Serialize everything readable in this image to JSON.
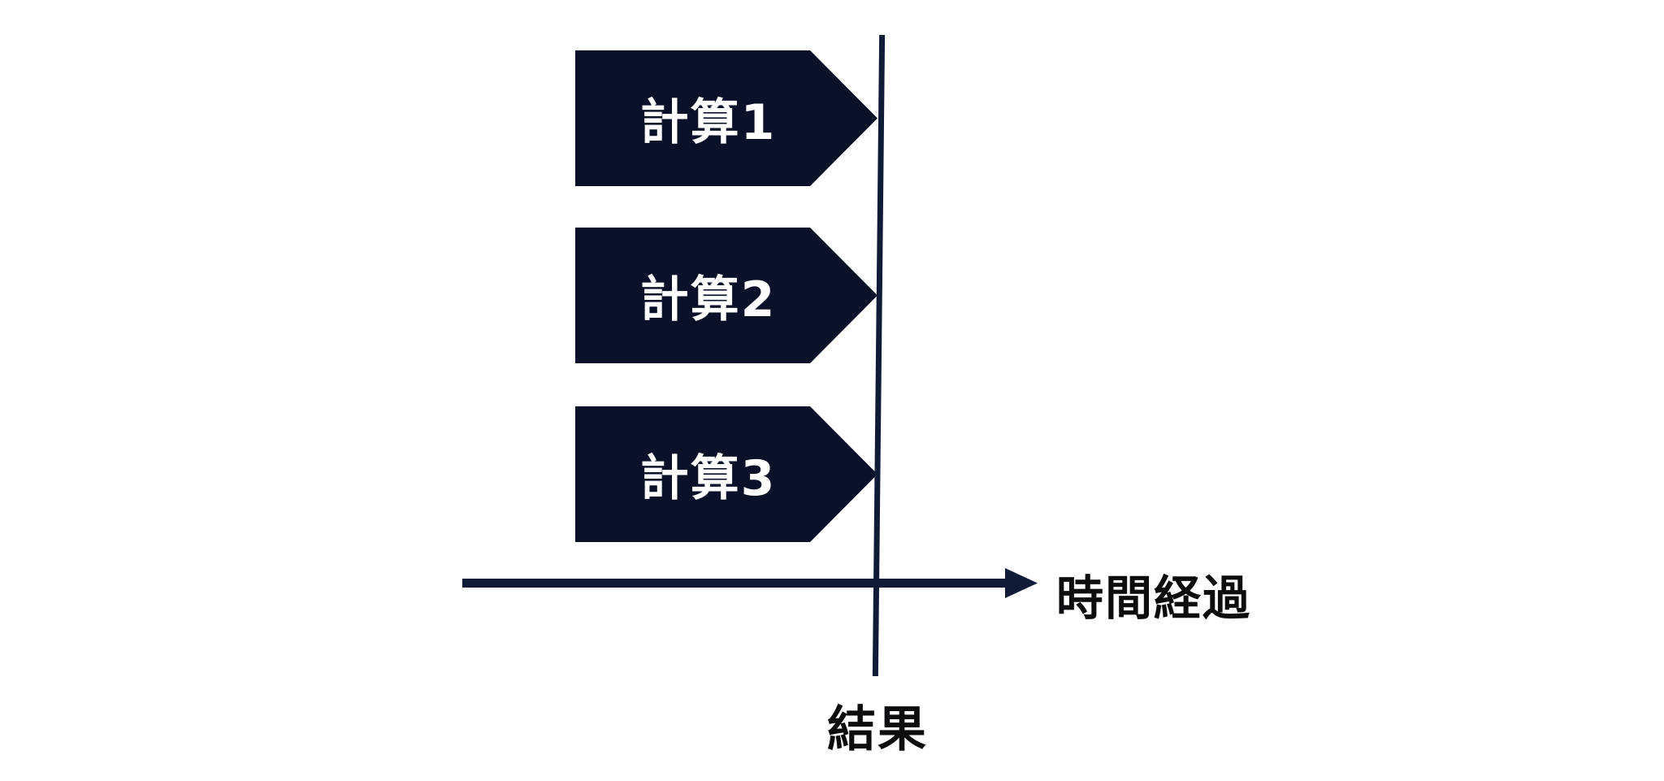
{
  "diagram": {
    "processes": [
      {
        "label": "計算1"
      },
      {
        "label": "計算2"
      },
      {
        "label": "計算3"
      }
    ],
    "time_axis_label": "時間経過",
    "result_label": "結果",
    "colors": {
      "shape_navy": "#0a1128",
      "line_navy": "#101b38",
      "label_black": "#0d0d10",
      "box_text_white": "#ffffff",
      "background": "#ffffff"
    }
  }
}
